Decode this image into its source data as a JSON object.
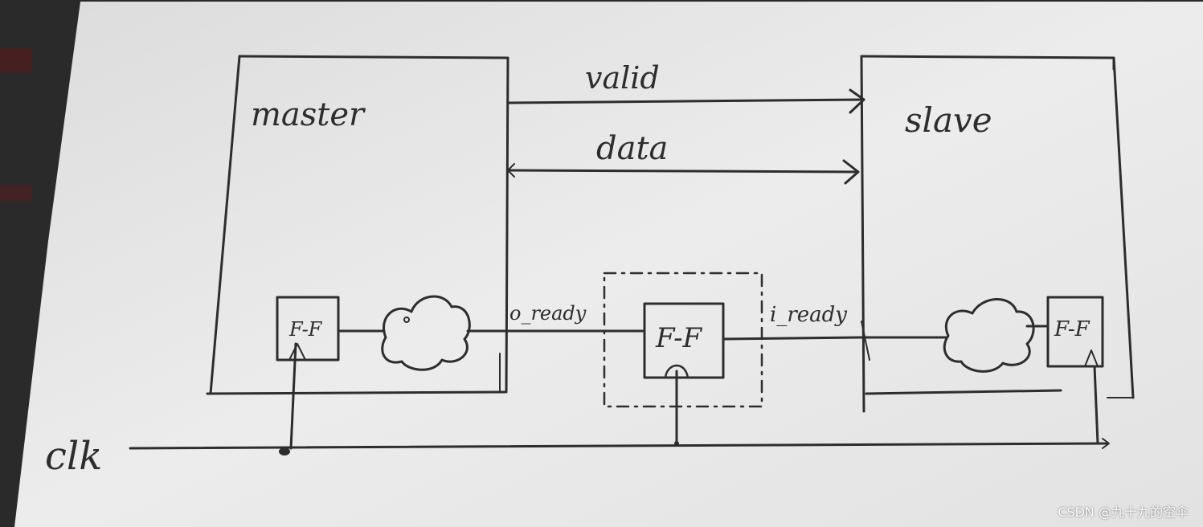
{
  "diagram": {
    "blocks": {
      "master": "master",
      "slave": "slave"
    },
    "signals": {
      "valid": "valid",
      "data": "data",
      "o_ready": "o_ready",
      "i_ready": "i_ready",
      "clk": "clk"
    },
    "flipflop_label": "F-F"
  },
  "watermark": "CSDN @九十九的空伞",
  "colors": {
    "ink": "#2d2d2d",
    "paper": "#e6e6e6",
    "desk": "#2b2b2b"
  }
}
